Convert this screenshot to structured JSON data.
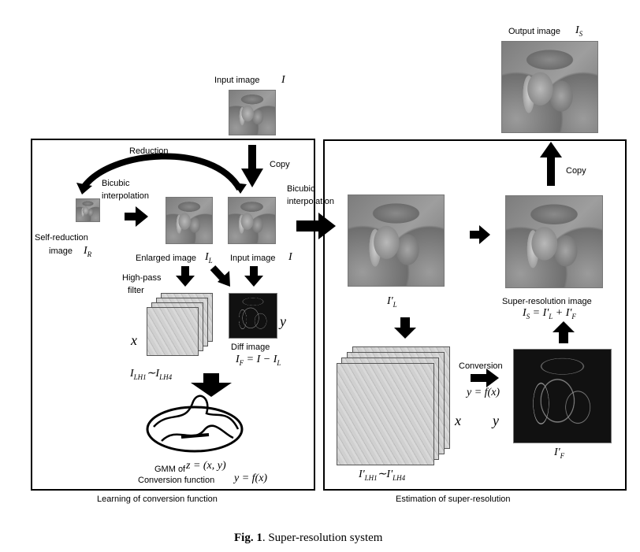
{
  "top": {
    "input_label": "Input image",
    "input_sym": "I",
    "output_label": "Output image",
    "output_sym": "I",
    "output_sub": "S"
  },
  "left_panel": {
    "reduction": "Reduction",
    "copy": "Copy",
    "bicubic": [
      "Bicubic",
      "interpolation"
    ],
    "self_reduction": [
      "Self-reduction",
      "image"
    ],
    "self_reduction_sym": "I",
    "self_reduction_sub": "R",
    "enlarged": "Enlarged image",
    "enlarged_sym": "I",
    "enlarged_sub": "L",
    "input2": "Input image",
    "input2_sym": "I",
    "highpass": [
      "High-pass",
      "filter"
    ],
    "x": "x",
    "y": "y",
    "diff": "Diff image",
    "diff_eq": "I",
    "diff_eq_sub": "F",
    "diff_eq_rest": " = I − I",
    "diff_eq_rest_sub": "L",
    "ilh": "I",
    "ilh_sub1": "LH1",
    "ilh_tilde": "∼",
    "ilh_sub4": "LH4",
    "gmm": "GMM of",
    "gmm_eq": "z = (x, y)",
    "conv": "Conversion function",
    "conv_eq": "y = f(x)",
    "caption": "Learning of conversion function"
  },
  "right_panel": {
    "bicubic": [
      "Bicubic",
      "interpolation"
    ],
    "il_prime": "I'",
    "il_sub": "L",
    "copy": "Copy",
    "sr_label": "Super-resolution image",
    "sr_eq": "I",
    "sr_eq_sub": "S",
    "sr_eq_rest": " = I'",
    "sr_eq_rest_sub1": "L",
    "sr_eq_plus": " + I'",
    "sr_eq_rest_sub2": "F",
    "conversion": "Conversion",
    "conv_eq": "y = f(x)",
    "x": "x",
    "y": "y",
    "ilh": "I'",
    "ilh_sub1": "LH1",
    "ilh_tilde": "∼",
    "ilh2": "I'",
    "ilh_sub4": "LH4",
    "if_prime": "I'",
    "if_sub": "F",
    "caption": "Estimation  of super-resolution"
  },
  "figure": {
    "label": "Fig. 1",
    "title": ". Super-resolution system"
  }
}
